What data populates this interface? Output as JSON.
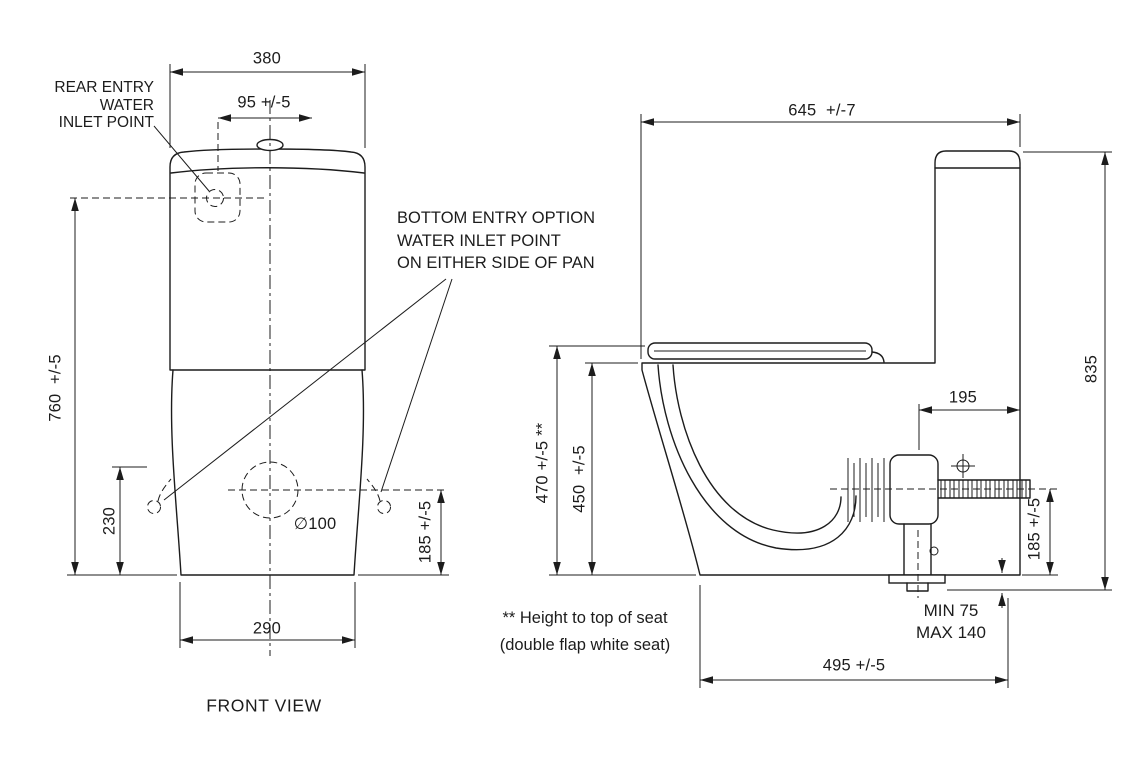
{
  "front_view": {
    "caption": "FRONT VIEW",
    "rear_entry_label": "REAR ENTRY\nWATER\nINLET POINT",
    "bottom_entry_label": "BOTTOM ENTRY OPTION\nWATER INLET POINT\nON EITHER SIDE OF PAN",
    "dims": {
      "cistern_width": "380",
      "inlet_offset": "95 +/-5",
      "overall_height": "760  +/-5",
      "bottom_entry_height": "230",
      "outlet_diameter": "∅100",
      "outlet_height": "185 +/-5",
      "base_width": "290"
    }
  },
  "side_view": {
    "dims": {
      "overall_depth": "645  +/-7",
      "overall_height": "835",
      "outlet_setout": "195",
      "seat_height": "470 +/-5 **",
      "rim_height": "450  +/-5",
      "outlet_height": "185 +/-5",
      "base_depth": "495 +/-5",
      "pipe_adjust": "MIN 75\nMAX 140"
    },
    "footnote": "** Height to top of seat\n(double flap white seat)"
  }
}
